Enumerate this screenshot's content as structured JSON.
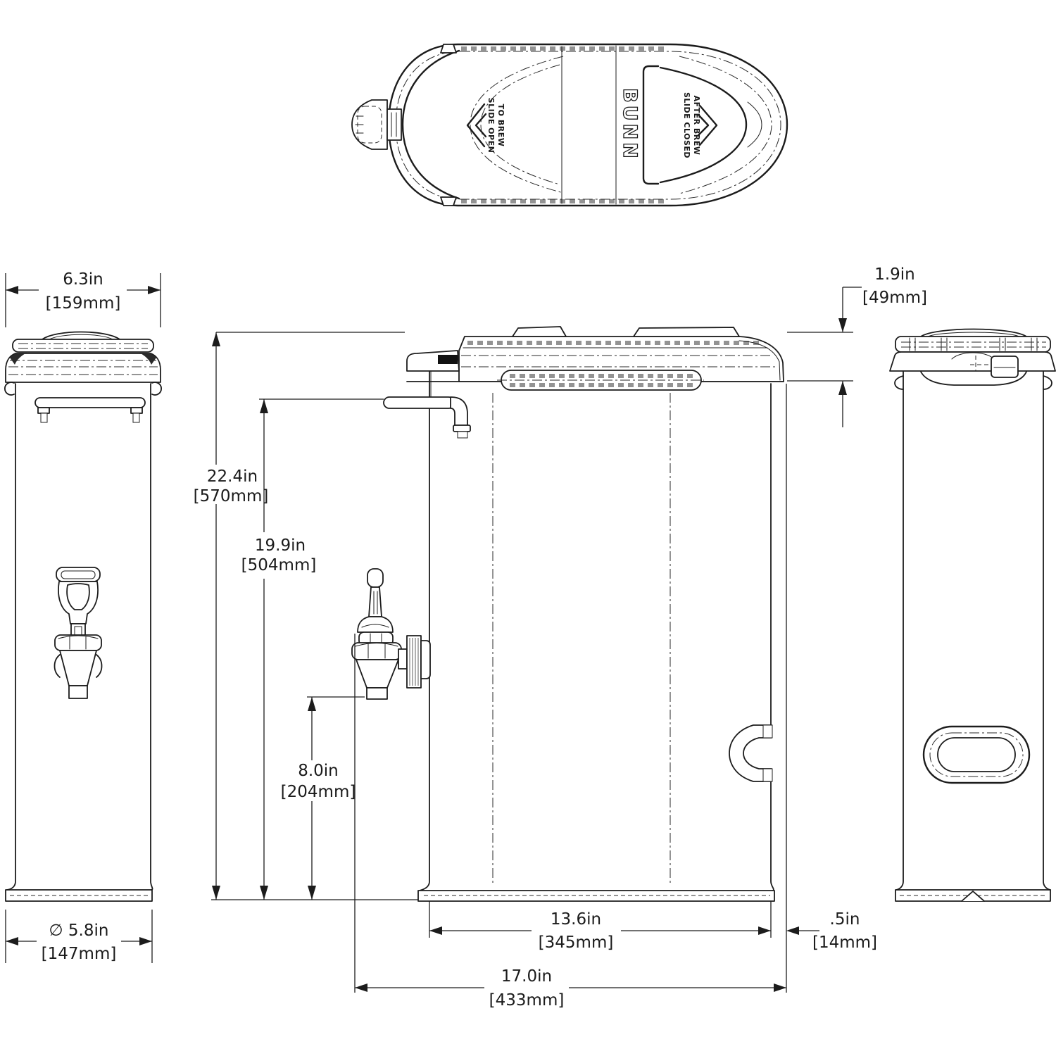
{
  "top_view": {
    "brand": "BUNN",
    "slide_open_1": "SLIDE OPEN",
    "slide_open_2": "TO BREW",
    "slide_closed_1": "SLIDE CLOSED",
    "slide_closed_2": "AFTER BREW"
  },
  "dimensions": {
    "lid_width": {
      "in": "6.3in",
      "mm": "[159mm]"
    },
    "lid_height": {
      "in": "1.9in",
      "mm": "[49mm]"
    },
    "overall_height": {
      "in": "22.4in",
      "mm": "[570mm]"
    },
    "spout_height": {
      "in": "19.9in",
      "mm": "[504mm]"
    },
    "faucet_outlet_height": {
      "in": "8.0in",
      "mm": "[204mm]"
    },
    "base_diameter": {
      "in": "∅ 5.8in",
      "mm": "[147mm]"
    },
    "body_width": {
      "in": "13.6in",
      "mm": "[345mm]"
    },
    "lid_overhang": {
      "in": ".5in",
      "mm": "[14mm]"
    },
    "overall_width": {
      "in": "17.0in",
      "mm": "[433mm]"
    }
  },
  "colors": {
    "line": "#1c1c1c",
    "background": "#ffffff"
  }
}
